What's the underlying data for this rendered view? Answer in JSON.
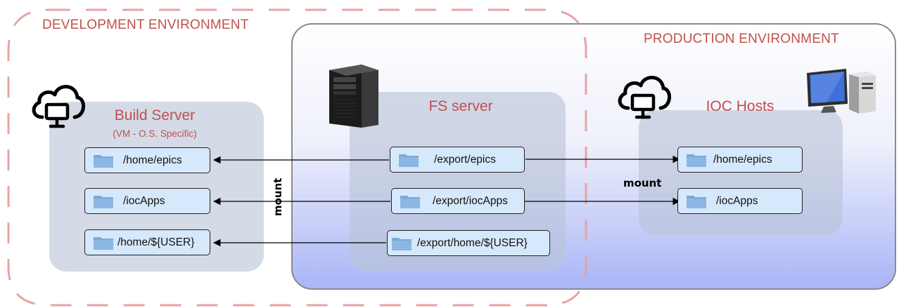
{
  "environments": {
    "development": {
      "label": "DEVELOPMENT ENVIRONMENT",
      "border_color": "#e8a3a3"
    },
    "production": {
      "label": "PRODUCTION ENVIRONMENT",
      "border_color": "#8a8a8a"
    }
  },
  "build_server": {
    "title": "Build Server",
    "subtitle": "(VM - O.S. Specific)",
    "icon": "cloud-monitor-icon",
    "folders": [
      "/home/epics",
      "/iocApps",
      "/home/${USER}"
    ]
  },
  "fs_server": {
    "title": "FS server",
    "icon": "server-tower-icon",
    "folders": [
      "/export/epics",
      "/export/iocApps",
      "/export/home/${USER}"
    ]
  },
  "ioc_hosts": {
    "title": "IOC Hosts",
    "icon": "cloud-monitor-icon",
    "device_icon": "desktop-computer-icon",
    "folders": [
      "/home/epics",
      "/iocApps"
    ]
  },
  "connections": {
    "left_label": "mount",
    "right_label": "mount"
  },
  "colors": {
    "title_red": "#c0504d",
    "folder_fill": "#d6e8fb",
    "folder_icon": "#79a9d8",
    "panel": "#b9c4d6"
  }
}
